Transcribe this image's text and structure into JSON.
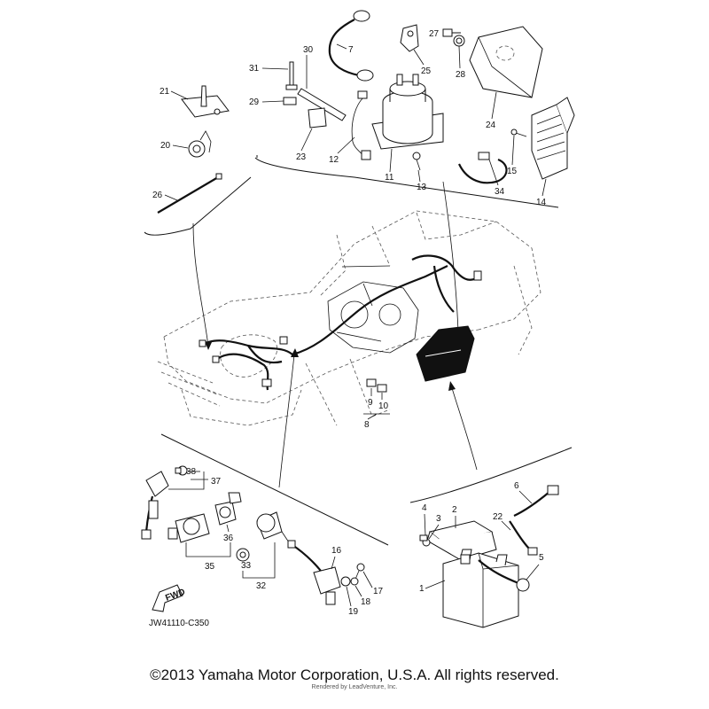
{
  "diagram": {
    "reference_code": "JW41110-C350",
    "fwd_label": "FWD",
    "copyright": "©2013 Yamaha Motor Corporation, U.S.A. All rights reserved.",
    "watermark": "Rendered by LeadVenture, Inc.",
    "callouts": [
      "1",
      "2",
      "3",
      "4",
      "5",
      "6",
      "7",
      "8",
      "9",
      "10",
      "11",
      "12",
      "13",
      "14",
      "15",
      "16",
      "17",
      "18",
      "19",
      "20",
      "21",
      "22",
      "23",
      "24",
      "25",
      "26",
      "27",
      "28",
      "29",
      "30",
      "31",
      "32",
      "33",
      "34",
      "35",
      "36",
      "37",
      "38"
    ]
  }
}
